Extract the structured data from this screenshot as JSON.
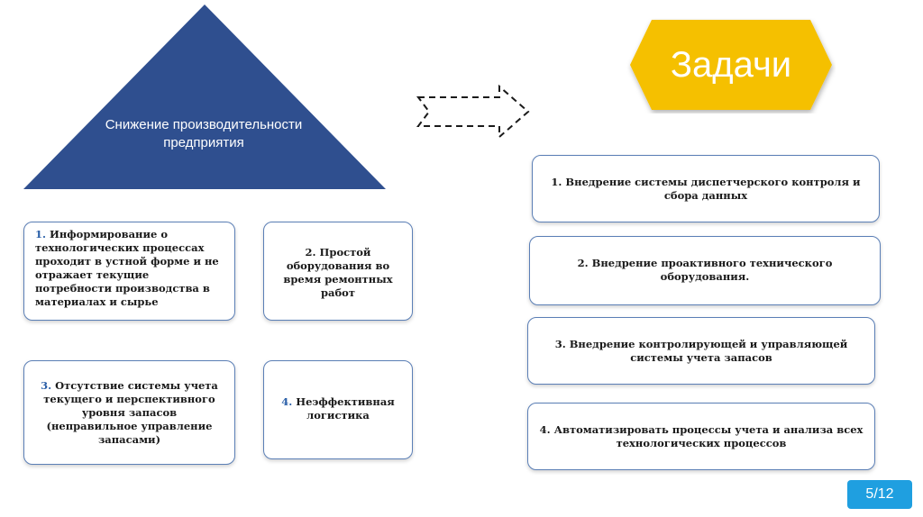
{
  "triangle": {
    "label": "Снижение производительности предприятия",
    "color": "#2f4f8f"
  },
  "hexagon": {
    "label": "Задачи",
    "color": "#f5c000"
  },
  "problems": [
    {
      "num": "1.",
      "text": " Информирование о технологических процессах проходит в устной форме и не отражает текущие потребности производства в материалах и сырье"
    },
    {
      "num": "",
      "text": "2. Простой оборудования во время ремонтных работ"
    },
    {
      "num": "3.",
      "text": " Отсутствие системы учета текущего и перспективного уровня запасов (неправильное управление запасами)"
    },
    {
      "num": "4.",
      "text": " Неэффективная логистика"
    }
  ],
  "tasks": [
    {
      "text": "1. Внедрение системы диспетчерского контроля и сбора данных"
    },
    {
      "text": "2. Внедрение проактивного технического оборудования."
    },
    {
      "text": "3. Внедрение контролирующей и управляющей системы учета запасов"
    },
    {
      "text": "4. Автоматизировать процессы учета и анализа всех технологических процессов"
    }
  ],
  "page": {
    "label": "5/12"
  }
}
